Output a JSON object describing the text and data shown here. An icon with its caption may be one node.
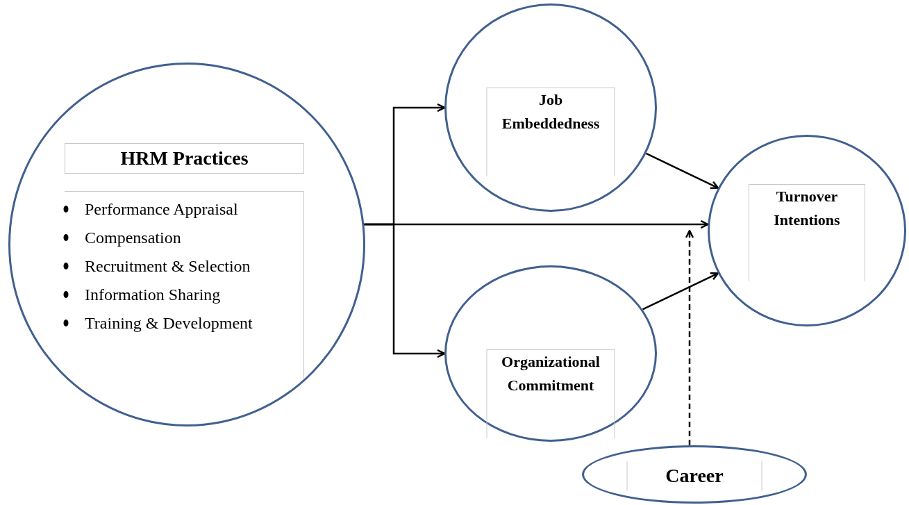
{
  "diagram": {
    "nodes": [
      {
        "text": [
          "HRM Practices",
          "Performance Appraisal",
          "Compensation",
          "Recruitment & Selection",
          "Information Sharing",
          "Training & Development"
        ]
      },
      {
        "text": [
          "Job Embeddedness"
        ]
      },
      {
        "text": [
          "Organizational Commitment"
        ]
      },
      {
        "text": [
          "Turnover Intentions"
        ]
      },
      {
        "text": [
          "Career"
        ]
      }
    ],
    "edges": [
      {
        "from": 0,
        "to": 1,
        "arrow": "to"
      },
      {
        "from": 0,
        "to": 2,
        "arrow": "to"
      },
      {
        "from": 0,
        "to": 3,
        "arrow": "to"
      },
      {
        "from": 1,
        "to": 3,
        "arrow": "to"
      },
      {
        "from": 2,
        "to": 3,
        "arrow": "to"
      },
      {
        "from": 4,
        "to": 3,
        "arrow": "to",
        "style": "dashed"
      }
    ]
  }
}
